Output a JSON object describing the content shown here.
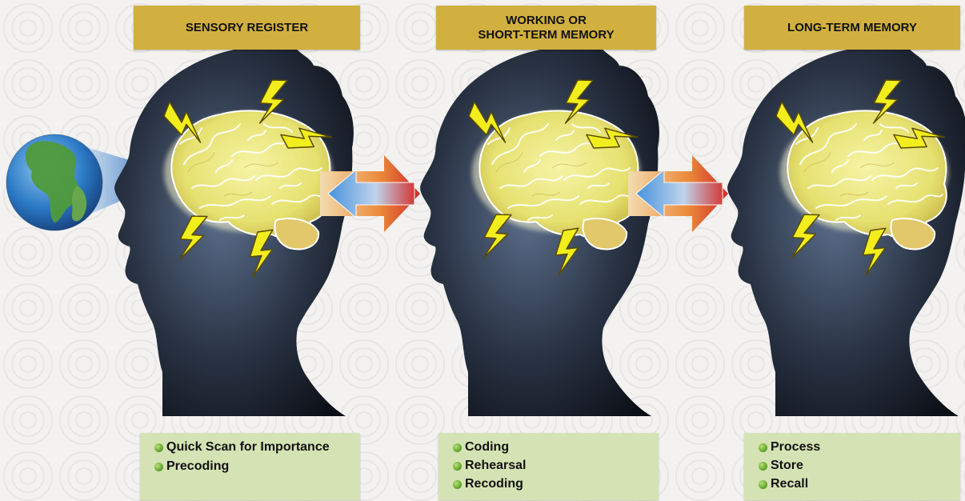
{
  "headers": [
    "SENSORY REGISTER",
    "WORKING OR\nSHORT-TERM MEMORY",
    "LONG-TERM MEMORY"
  ],
  "panels": [
    {
      "items": [
        "Quick Scan for Importance",
        "Precoding"
      ]
    },
    {
      "items": [
        "Coding",
        "Rehearsal",
        "Recoding"
      ]
    },
    {
      "items": [
        "Process",
        "Store",
        "Recall"
      ]
    }
  ],
  "colors": {
    "header_bg": "#d2b03f",
    "panel_bg": "#d5e3b4",
    "bullet": "#66a82e",
    "head_silhouette": "#1a2333",
    "brain": "#e8e67a",
    "lightning": "#f2ee1e",
    "arrow_right": "#d85a20",
    "arrow_left": "#4f9be0",
    "globe_ocean": "#2a78c4",
    "globe_land": "#4f9a3a"
  },
  "icons": [
    "globe-icon",
    "head-silhouette-icon",
    "brain-icon",
    "lightning-bolt-icon",
    "double-arrow-icon"
  ]
}
